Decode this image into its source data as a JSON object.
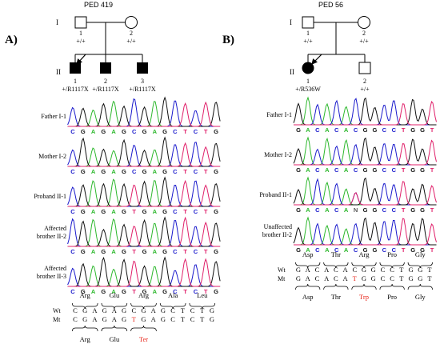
{
  "panel_a": {
    "label": "A)",
    "pedigree": {
      "title": "PED 419",
      "gen_labels": [
        "I",
        "II"
      ],
      "founders": [
        {
          "num": "1",
          "genotype": "+/+",
          "sex": "male",
          "affected": false
        },
        {
          "num": "2",
          "genotype": "+/+",
          "sex": "female",
          "affected": false
        }
      ],
      "children": [
        {
          "num": "1",
          "genotype": "+/R1117X",
          "sex": "male",
          "affected": true,
          "proband": true
        },
        {
          "num": "2",
          "genotype": "+/R1117X",
          "sex": "male",
          "affected": true,
          "proband": false
        },
        {
          "num": "3",
          "genotype": "+/R1117X",
          "sex": "male",
          "affected": true,
          "proband": false
        }
      ]
    },
    "traces": [
      {
        "label": [
          "Father I-1"
        ],
        "bases": "CGAGAGCGAGCTCTG"
      },
      {
        "label": [
          "Mother I-2"
        ],
        "bases": "CGAGAGCGAGCTCTG"
      },
      {
        "label": [
          "Proband II-1"
        ],
        "bases": "CGAGAGTGAGCTCTG"
      },
      {
        "label": [
          "Affected",
          "brother II-2"
        ],
        "bases": "CGAGAGTGAGCTCTG"
      },
      {
        "label": [
          "Affected",
          "brother II-3"
        ],
        "bases": "CGAGAGTGAGCTCTG"
      }
    ],
    "wt_label": "Wt",
    "mt_label": "Mt",
    "wt_seq": "CGAGAGCGAGCTCTG",
    "mt_seq": "CGAGAGTGAGCTCTG",
    "wt_codons": [
      "Arg",
      "Glu",
      "Arg",
      "Ala",
      "Leu"
    ],
    "mt_codons": [
      "Arg",
      "Glu",
      "Ter"
    ],
    "mutant_codon": "Ter"
  },
  "panel_b": {
    "label": "B)",
    "pedigree": {
      "title": "PED 56",
      "gen_labels": [
        "I",
        "II"
      ],
      "founders": [
        {
          "num": "1",
          "genotype": "+/+",
          "sex": "male",
          "affected": false
        },
        {
          "num": "2",
          "genotype": "+/+",
          "sex": "female",
          "affected": false
        }
      ],
      "children": [
        {
          "num": "1",
          "genotype": "+/R536W",
          "sex": "female",
          "affected": true,
          "proband": true
        },
        {
          "num": "2",
          "genotype": "+/+",
          "sex": "male",
          "affected": false,
          "proband": false
        }
      ]
    },
    "traces": [
      {
        "label": [
          "Father I-1"
        ],
        "bases": "GACACACGGCCTGGT"
      },
      {
        "label": [
          "Mother I-2"
        ],
        "bases": "GACACACGGCCTGGT"
      },
      {
        "label": [
          "Proband II-1"
        ],
        "bases": "GACACANGGCCTGGT"
      },
      {
        "label": [
          "Unaffected",
          "brother II-2"
        ],
        "bases": "GACACACGGCCTGGT"
      }
    ],
    "wt_label": "Wt",
    "mt_label": "Mt",
    "wt_seq": "GACACACGGCCTGGT",
    "mt_seq": "GACACATGGCCTGGT",
    "wt_codons": [
      "Asp",
      "Thr",
      "Arg",
      "Pro",
      "Gly"
    ],
    "mt_codons": [
      "Asp",
      "Thr",
      "Trp",
      "Pro",
      "Gly"
    ],
    "mutant_codon": "Trp"
  },
  "colors": {
    "A": "#2db82d",
    "C": "#1a1acc",
    "G": "#111111",
    "T": "#e0206a",
    "N": "#555555",
    "mutation": "#e8251a",
    "affected": "#000000"
  }
}
